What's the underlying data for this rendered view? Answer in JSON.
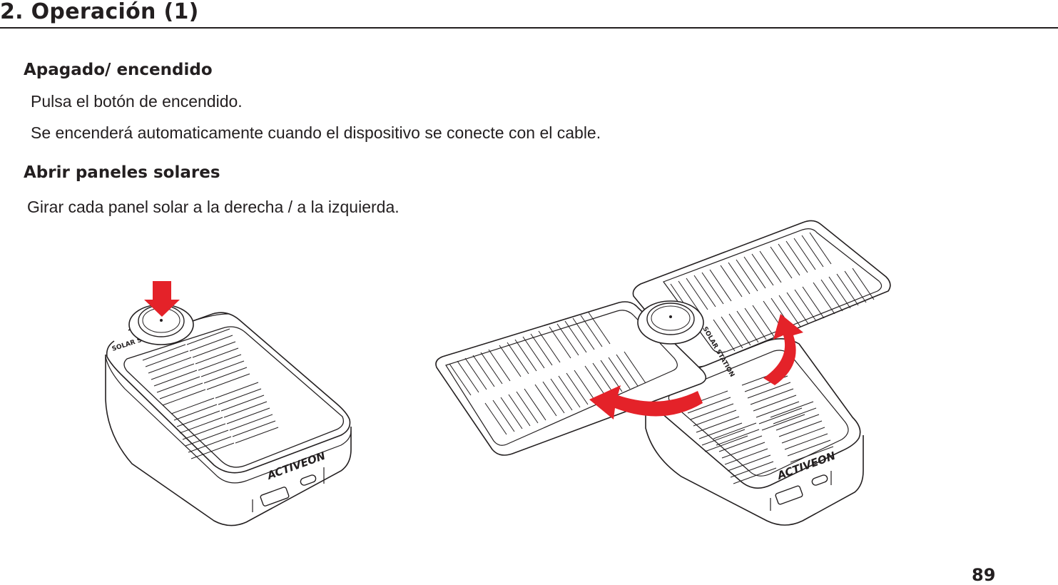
{
  "header": {
    "title": "2. Operación (1)"
  },
  "sections": [
    {
      "heading": "Apagado/ encendido",
      "lines": [
        "Pulsa el botón de encendido.",
        "Se encenderá automaticamente cuando el dispositivo se conecte con el cable."
      ]
    },
    {
      "heading": "Abrir paneles solares",
      "lines": [
        "Girar cada panel solar a la derecha / a la izquierda."
      ]
    }
  ],
  "illustrations": {
    "closed_device": {
      "brand": "ACTIVEON",
      "device_label": "SOLAR STATION",
      "arrow_color": "#e42229"
    },
    "opened_device": {
      "brand": "ACTIVEON",
      "device_label": "SOLAR STATION",
      "arrow_color": "#e42229"
    }
  },
  "footer": {
    "page_number": "89"
  }
}
